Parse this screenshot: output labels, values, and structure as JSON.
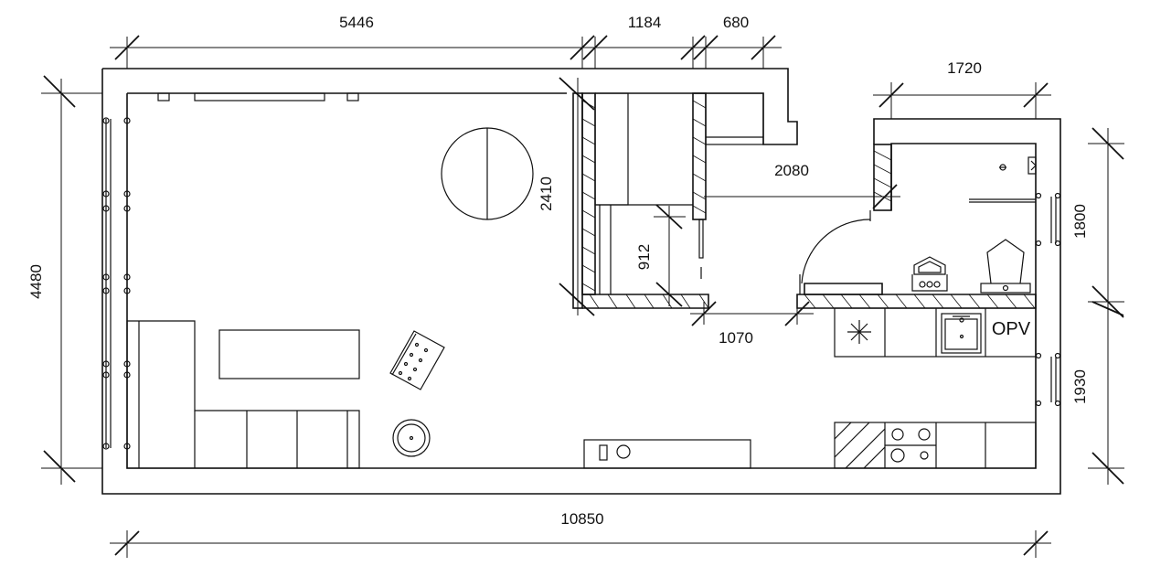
{
  "dimensions": {
    "top_left": "5446",
    "top_middle": "1184",
    "top_right": "680",
    "bathroom_width": "1720",
    "left_height": "4480",
    "room_2410": "2410",
    "door_2080": "2080",
    "dim_912": "912",
    "door_1070": "1070",
    "right_1800": "1800",
    "right_1930": "1930",
    "bottom_total": "10850"
  },
  "labels": {
    "opv": "OPV"
  },
  "colors": {
    "line": "#111111",
    "background": "#ffffff"
  }
}
